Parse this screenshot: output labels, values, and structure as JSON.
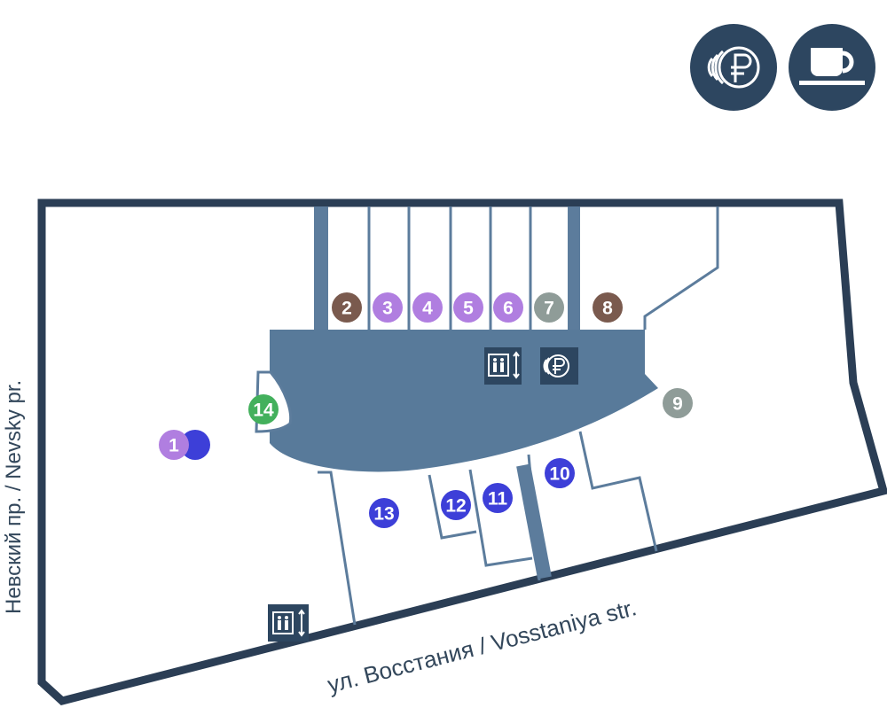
{
  "map": {
    "streets": {
      "vosstaniya": "ул. Восстания / Vosstaniya str.",
      "nevsky": "Невский пр. / Nevsky pr."
    },
    "legend": [
      {
        "icon": "ruble-coins-icon"
      },
      {
        "icon": "coffee-cup-icon"
      }
    ],
    "markers": [
      {
        "label": "1",
        "color": "#b07ee0"
      },
      {
        "label": "2",
        "color": "#7a5a4e"
      },
      {
        "label": "3",
        "color": "#b07ee0"
      },
      {
        "label": "4",
        "color": "#b07ee0"
      },
      {
        "label": "5",
        "color": "#b07ee0"
      },
      {
        "label": "6",
        "color": "#b07ee0"
      },
      {
        "label": "7",
        "color": "#8f9c98"
      },
      {
        "label": "8",
        "color": "#7a5a4e"
      },
      {
        "label": "9",
        "color": "#8f9c98"
      },
      {
        "label": "10",
        "color": "#3d3fd8"
      },
      {
        "label": "11",
        "color": "#3d3fd8"
      },
      {
        "label": "12",
        "color": "#3d3fd8"
      },
      {
        "label": "13",
        "color": "#3d3fd8"
      },
      {
        "label": "14",
        "color": "#43b05c"
      }
    ],
    "colors": {
      "outline": "#2b3e55",
      "wall": "#5c7c9c",
      "hall": "#587a9a",
      "icon_bg": "#2d4660"
    }
  }
}
